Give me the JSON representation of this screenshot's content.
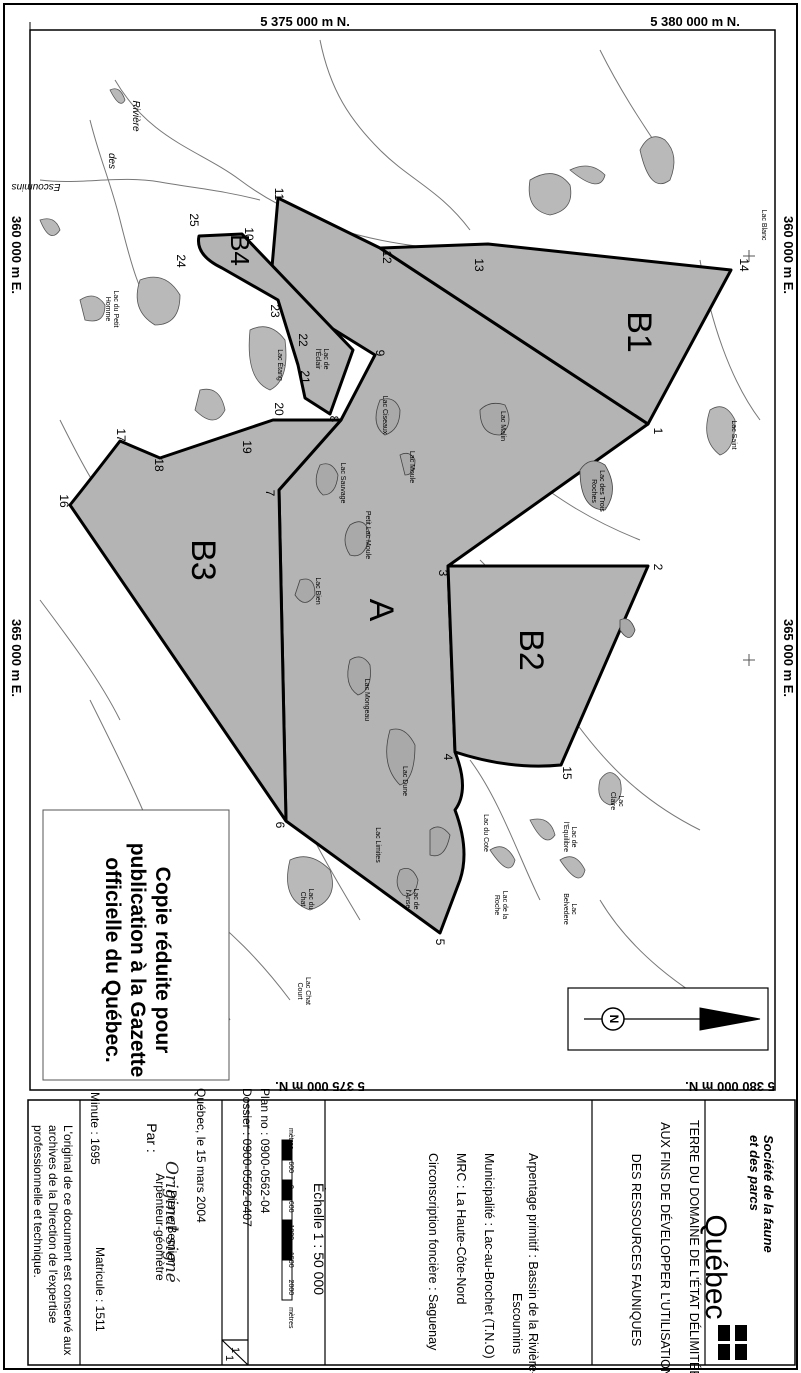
{
  "coordinates": {
    "top_north_1": "5 375 000 m N.",
    "top_north_2": "5 380 000 m N.",
    "bottom_north_1": "5 375 000 m N.",
    "bottom_north_2": "5 380 000 m N.",
    "east_1": "360 000 m E.",
    "east_2": "365 000 m E."
  },
  "zones": {
    "A": "A",
    "B1": "B1",
    "B2": "B2",
    "B3": "B3",
    "B4": "B4"
  },
  "points": [
    "1",
    "2",
    "3",
    "4",
    "5",
    "6",
    "7",
    "8",
    "9",
    "10",
    "11",
    "12",
    "13",
    "14",
    "15",
    "16",
    "17",
    "18",
    "19",
    "20",
    "21",
    "22",
    "23",
    "24",
    "25"
  ],
  "lakes": {
    "lac_blanc": "Lac Blanc",
    "lac_saint": "Lac Saint",
    "lac_malin": "Lac Malin",
    "lac_trois_roches": "Lac des Trois Roches",
    "lac_ciseaux": "Lac Ciseaux",
    "lac_moule": "Lac Moule",
    "lac_sauvage": "Lac Sauvage",
    "petit_lac_moule": "Petit Lac Moule",
    "lac_bien": "Lac Bien",
    "lac_dune": "Lac Dune",
    "lac_mongeau": "Lac Mongeau",
    "lac_limites": "Lac Limites",
    "lac_petite": "Lac de l'Anse",
    "lac_chat": "Lac du Chat",
    "lac_chat_court": "Lac Chat Court",
    "lac_cote": "Lac du Cote",
    "lac_equilibre": "Lac de l'Equilibre",
    "lac_claire": "Lac Claire",
    "lac_roche": "Lac de la Roche",
    "lac_belvedere": "Lac Belvedere",
    "lac_etang": "Lac Étang",
    "lac_eclair": "Lac de l'Éclair",
    "lac_petit_homme": "Lac du Petit Homme"
  },
  "rivers": {
    "riviere": "Rivière",
    "des": "des",
    "escoumins": "Escoumins"
  },
  "north_symbol": "N",
  "notice": {
    "line1": "Copie réduite pour",
    "line2": "publication à la Gazette",
    "line3": "officielle du Québec."
  },
  "title_block": {
    "org_line1": "Société de la faune",
    "org_line2": "et des parcs",
    "org_name": "Québec",
    "title_line1": "TERRE DU DOMAINE DE L'ÉTAT DÉLIMITÉES",
    "title_line2": "AUX FINS DE DÉVELOPPER L'UTILISATION",
    "title_line3": "DES RESSOURCES FAUNIQUES",
    "arpentage_line1": "Arpentage primitif : Bassin de la Rivière-des-",
    "arpentage_line2": "Escoumins",
    "municipalite": "Municipalité : Lac-au-Brochet (T.N.O)",
    "mrc": "MRC : La Haute-Côte-Nord",
    "circonscription": "Circonscription foncière : Saguenay",
    "scale_label": "Échelle 1 : 50 000",
    "scale_ticks": [
      "mètres 600",
      "0",
      "600",
      "1000",
      "1500",
      "2000 mètres"
    ],
    "dossier": "Dossier : 0900-0562-6407",
    "plan_no": "Plan no : 0900-0562-04",
    "sheet_num": "1",
    "sheet_den": "1",
    "date": "Québec, le 15 mars 2004",
    "par": "Par :",
    "signature": "Original signé",
    "surveyor": "Pierre Bernier",
    "surveyor_title": "Arpenteur-géomètre",
    "minute": "Minute : 1695",
    "matricule": "Matricule : 1511",
    "footer_line1": "L'original de ce document est conservé aux",
    "footer_line2": "archives de la Direction de l'expertise",
    "footer_line3": "professionnelle et technique."
  },
  "colors": {
    "zone_fill": "#b4b4b4",
    "lake_fill": "#b9b9b9",
    "line": "#000000"
  }
}
